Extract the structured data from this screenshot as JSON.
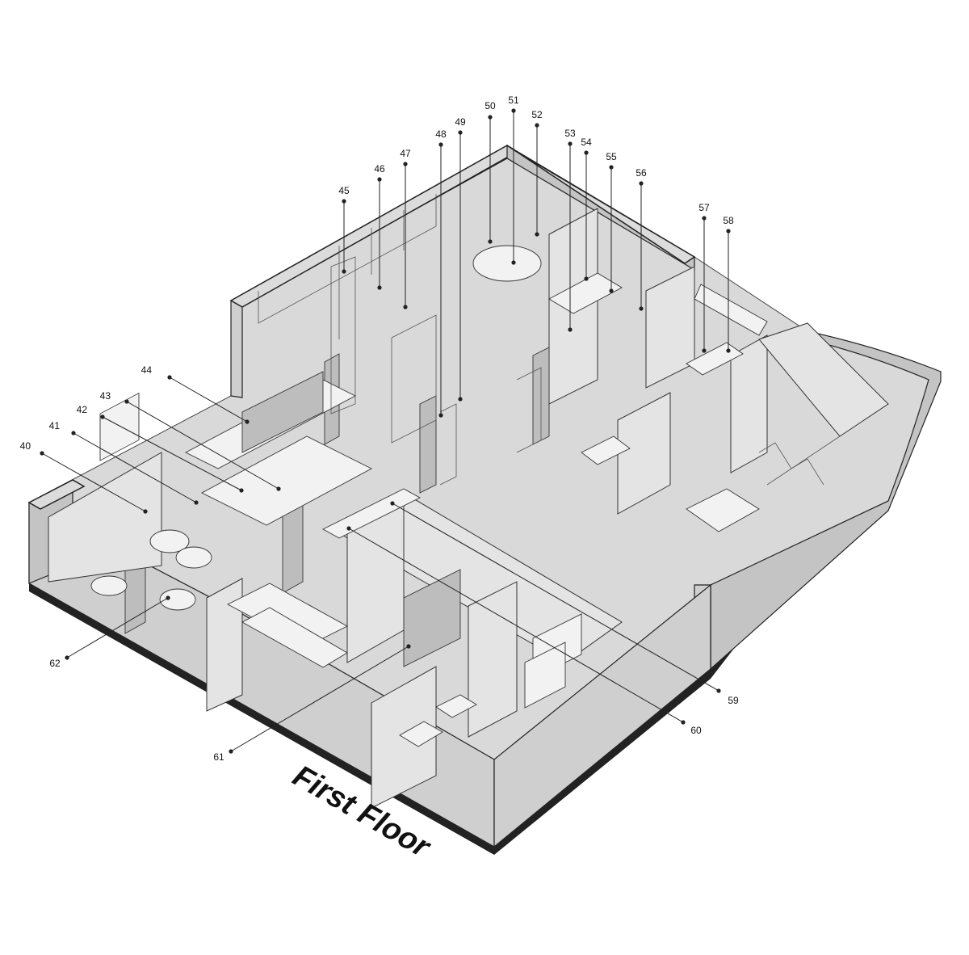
{
  "title": "First Floor",
  "callouts": [
    {
      "number": "40"
    },
    {
      "number": "41"
    },
    {
      "number": "42"
    },
    {
      "number": "43"
    },
    {
      "number": "44"
    },
    {
      "number": "45"
    },
    {
      "number": "46"
    },
    {
      "number": "47"
    },
    {
      "number": "48"
    },
    {
      "number": "49"
    },
    {
      "number": "50"
    },
    {
      "number": "51"
    },
    {
      "number": "52"
    },
    {
      "number": "53"
    },
    {
      "number": "54"
    },
    {
      "number": "55"
    },
    {
      "number": "56"
    },
    {
      "number": "57"
    },
    {
      "number": "58"
    },
    {
      "number": "59"
    },
    {
      "number": "60"
    },
    {
      "number": "61"
    },
    {
      "number": "62"
    }
  ]
}
